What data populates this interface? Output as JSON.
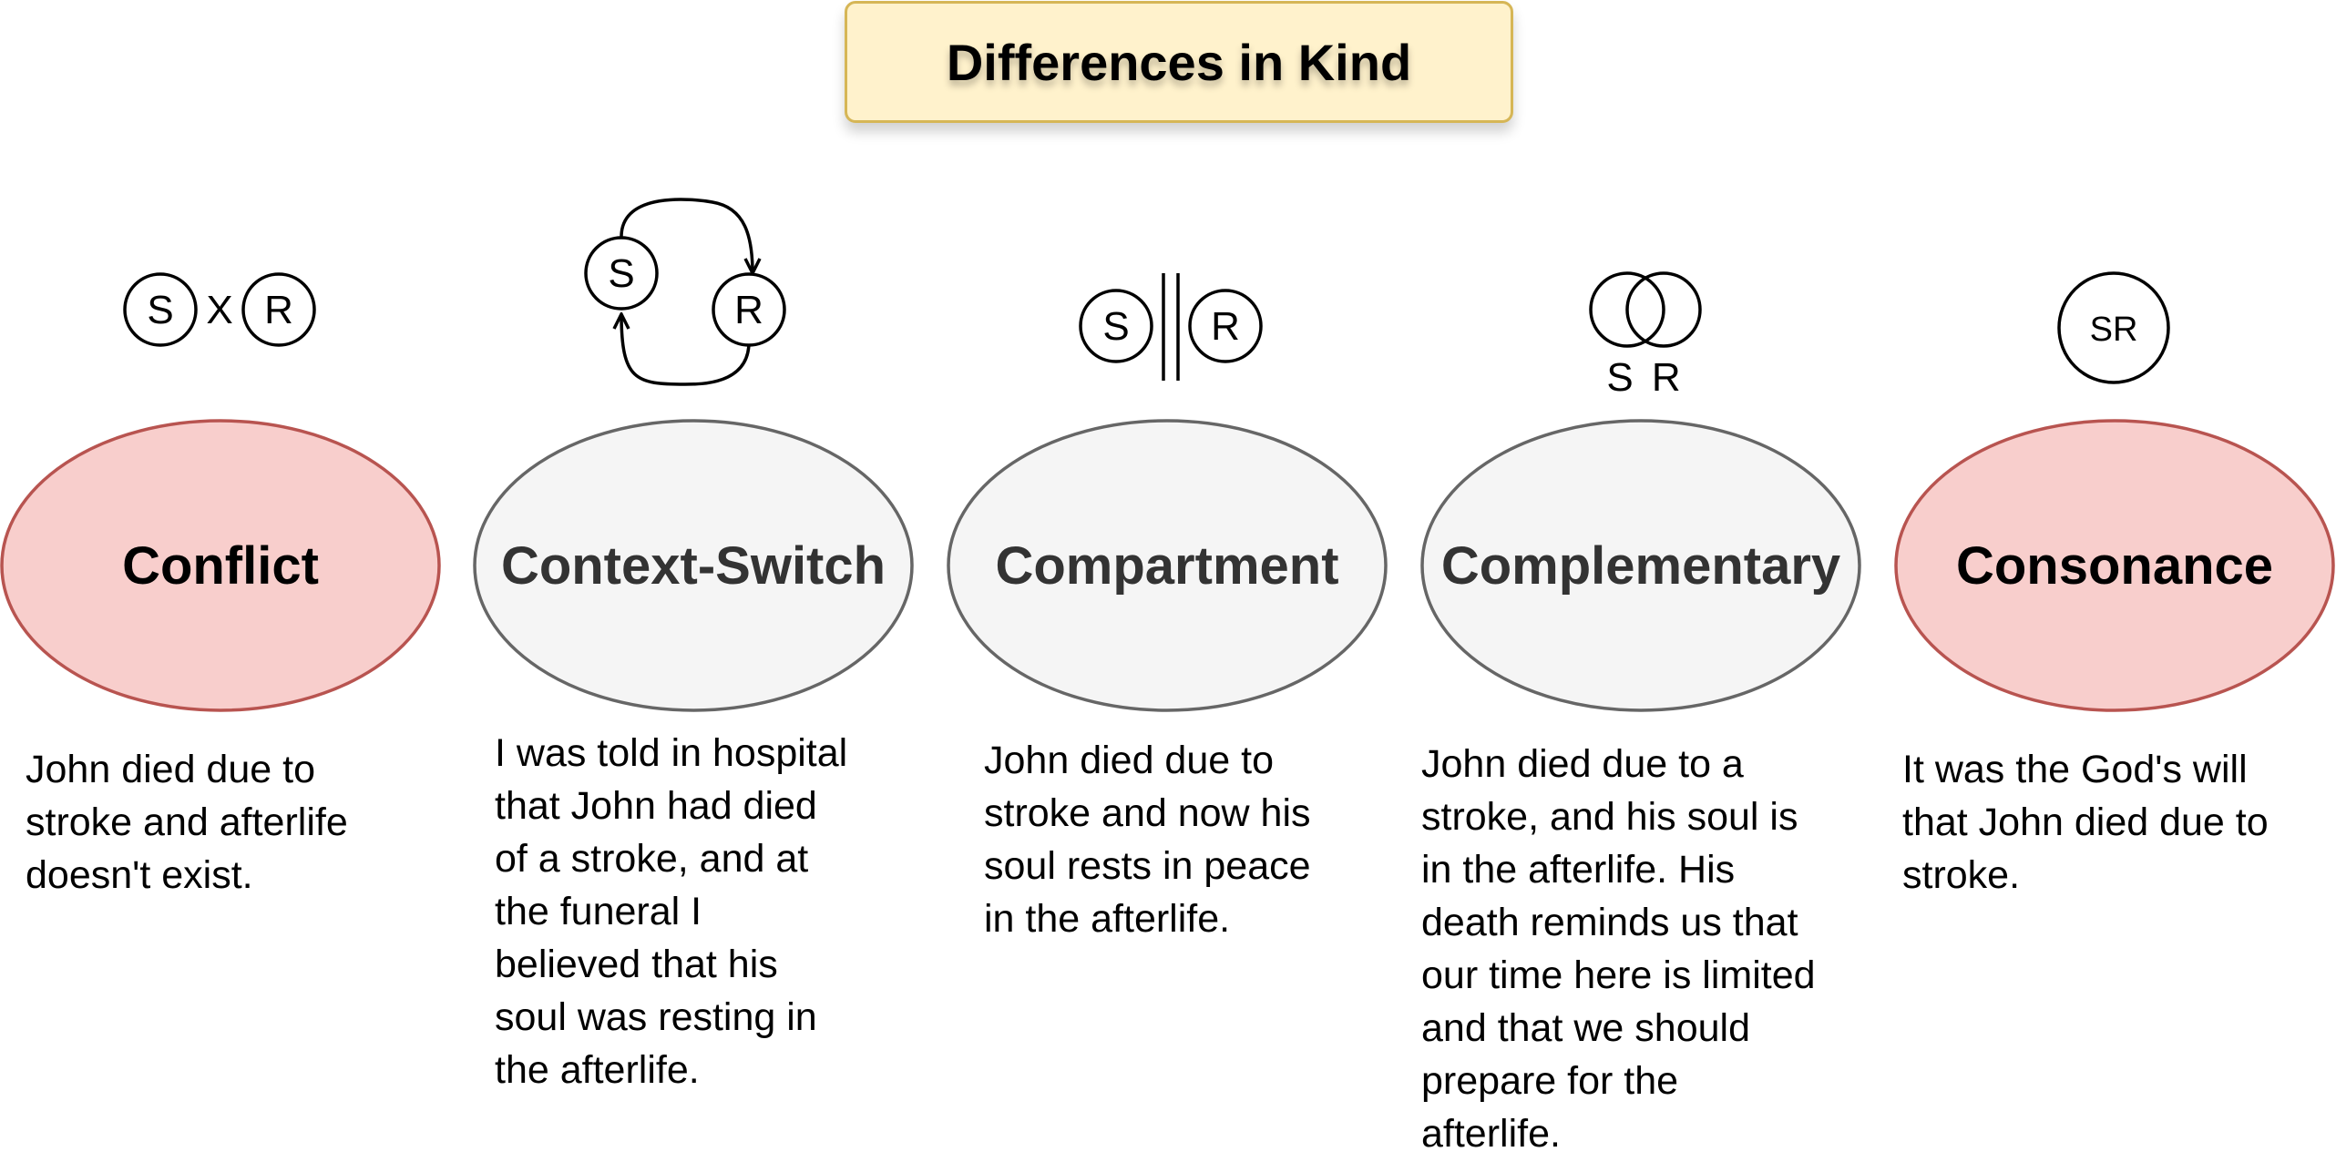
{
  "title": "Differences in Kind",
  "symbols": {
    "s": "S",
    "r": "R",
    "x": "X",
    "sr": "SR",
    "s_r_spaced": "S R"
  },
  "categories": [
    {
      "id": "conflict",
      "label": "Conflict",
      "fill": "#f8cecc",
      "stroke": "#b85450",
      "text_color": "#000000",
      "description": "John died due to\nstroke and afterlife\ndoesn't exist."
    },
    {
      "id": "context-switch",
      "label": "Context-Switch",
      "fill": "#f5f5f5",
      "stroke": "#666666",
      "text_color": "#333333",
      "description": "I was told in hospital\nthat John had died\nof a stroke, and at\nthe funeral I\nbelieved that his\nsoul was resting in\nthe afterlife."
    },
    {
      "id": "compartment",
      "label": "Compartment",
      "fill": "#f5f5f5",
      "stroke": "#666666",
      "text_color": "#333333",
      "description": "John died due to\nstroke and now his\nsoul rests in peace\nin the afterlife."
    },
    {
      "id": "complementary",
      "label": "Complementary",
      "fill": "#f5f5f5",
      "stroke": "#666666",
      "text_color": "#333333",
      "description": "John died due to a\nstroke, and his soul is\nin the afterlife. His\ndeath reminds us that\nour time here is limited\nand that we should\nprepare for the\nafterlife."
    },
    {
      "id": "consonance",
      "label": "Consonance",
      "fill": "#f8cecc",
      "stroke": "#b85450",
      "text_color": "#000000",
      "description": "It was the God's will\nthat John died due to\nstroke."
    }
  ]
}
